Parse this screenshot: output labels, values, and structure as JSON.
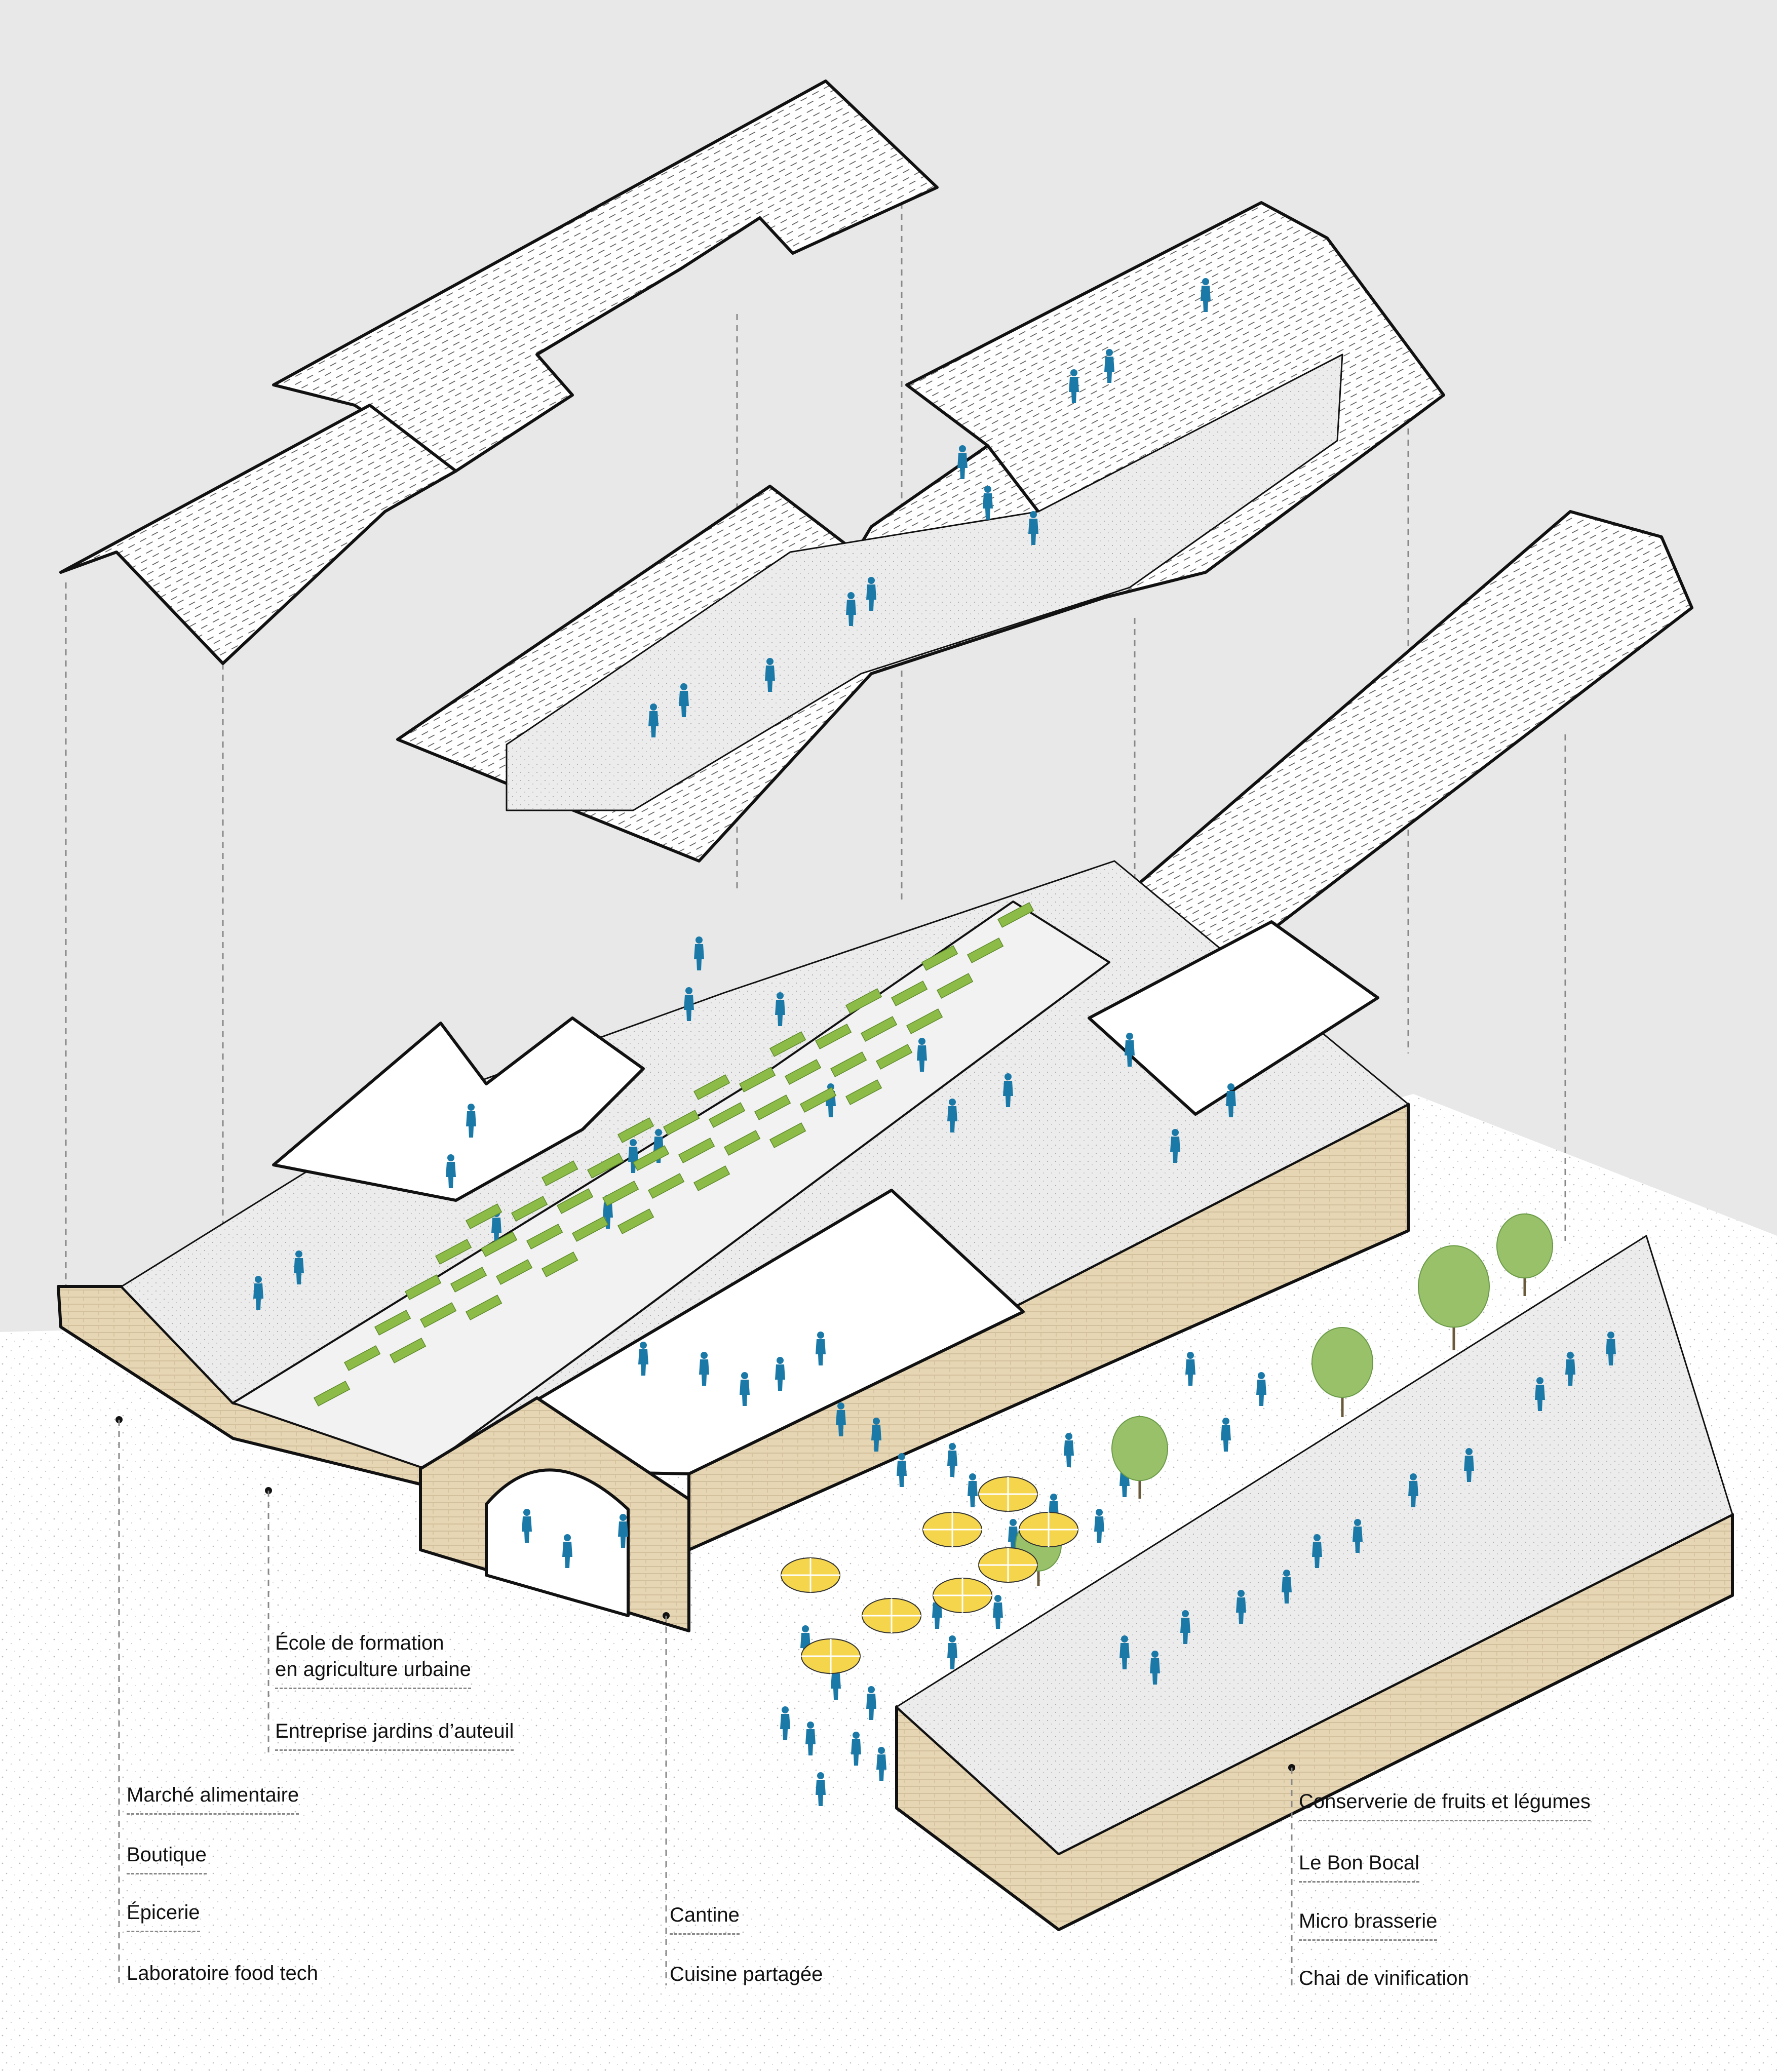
{
  "colors": {
    "sky": "#e8e8e8",
    "ground": "#ffffff",
    "roof_fill": "#ffffff",
    "wall_tan": "#e6d6b4",
    "floor": "#eeeeee",
    "people": "#1b79a8",
    "plants": "#8dbb47",
    "trees": "#98c16a",
    "umbrella": "#f4d54b",
    "line": "#111111",
    "leader": "#888888"
  },
  "icons": [
    "person-figure-icon",
    "tree-icon",
    "umbrella-icon",
    "planter-bed-icon"
  ],
  "labels": {
    "left": [
      "Marché alimentaire",
      "Boutique",
      "Épicerie",
      "Laboratoire food tech"
    ],
    "greenhouse": [
      "École de formation",
      "en agriculture urbaine",
      "Entreprise jardins d’auteuil"
    ],
    "center": [
      "Cantine",
      "Cuisine partagée"
    ],
    "right": [
      "Conserverie de fruits et légumes",
      "Le Bon Bocal",
      "Micro brasserie",
      "Chai de vinification"
    ]
  }
}
